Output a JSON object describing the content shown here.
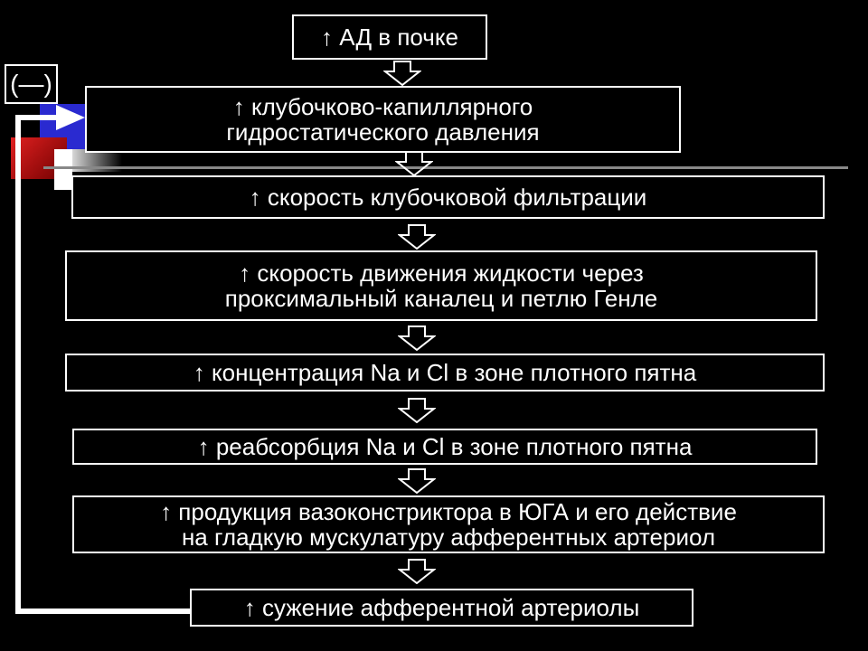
{
  "feedback_label": "(—)",
  "boxes": [
    {
      "lines": [
        "↑ АД в почке"
      ]
    },
    {
      "lines": [
        "↑ клубочково-капиллярного",
        "гидростатического давления"
      ]
    },
    {
      "lines": [
        "↑ скорость клубочковой фильтрации"
      ]
    },
    {
      "lines": [
        "↑ скорость движения жидкости через",
        "проксимальный каналец и петлю Генле"
      ]
    },
    {
      "lines": [
        "↑ концентрация Na и Cl  в зоне плотного пятна"
      ]
    },
    {
      "lines": [
        "↑ реабсорбция Na и Cl  в зоне плотного пятна"
      ]
    },
    {
      "lines": [
        "↑ продукция вазоконстриктора в ЮГА и его действие",
        "на гладкую мускулатуру афферентных артериол"
      ]
    },
    {
      "lines": [
        "↑ сужение афферентной артериолы"
      ]
    }
  ],
  "colors": {
    "background": "#000000",
    "foreground": "#ffffff",
    "accent_blue": "#2a2ad0",
    "accent_red": "#c01010"
  }
}
